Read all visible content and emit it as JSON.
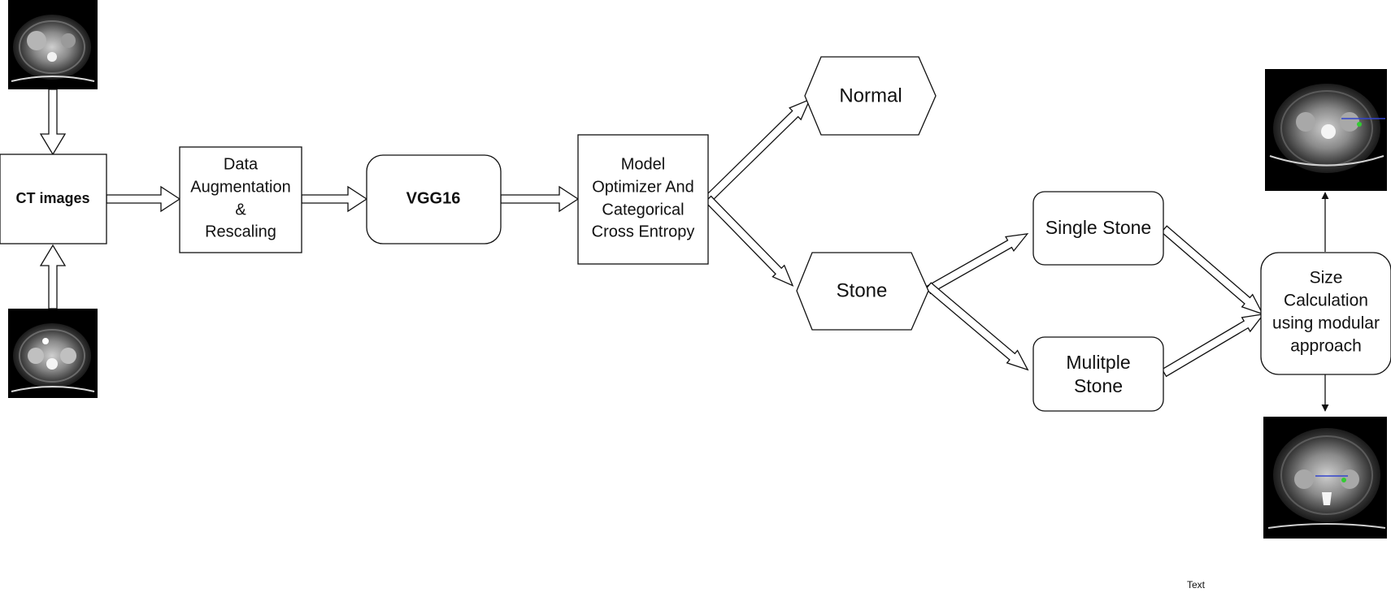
{
  "diagram": {
    "nodes": {
      "ct_images": "CT images",
      "data_aug": [
        "Data",
        "Augmentation",
        "&",
        "Rescaling"
      ],
      "vgg16": "VGG16",
      "model_opt": [
        "Model",
        "Optimizer And",
        "Categorical",
        "Cross Entropy"
      ],
      "normal": "Normal",
      "stone": "Stone",
      "single_stone": "Single Stone",
      "multiple_stone": [
        "Mulitple",
        "Stone"
      ],
      "size_calc": [
        "Size",
        "Calculation",
        "using modular",
        "approach"
      ]
    },
    "stray_text": "Text",
    "images": {
      "top_left": "ct-scan-image",
      "bottom_left": "ct-scan-image",
      "top_right": "ct-result-image",
      "bottom_right": "ct-result-image"
    }
  }
}
